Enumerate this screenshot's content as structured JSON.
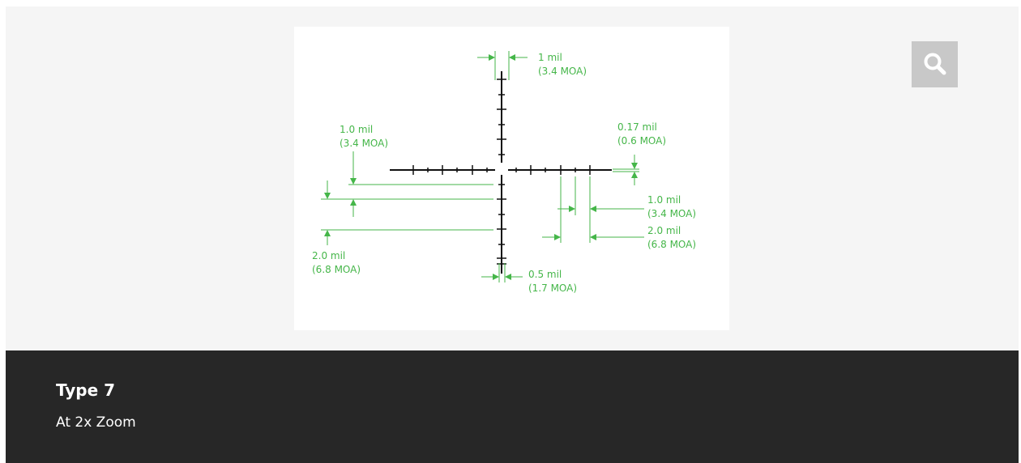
{
  "diagram": {
    "labels": {
      "top_gap_mil": "1 mil",
      "top_gap_moa": "(3.4 MOA)",
      "left_upper_mil": "1.0 mil",
      "left_upper_moa": "(3.4 MOA)",
      "left_lower_mil": "2.0 mil",
      "left_lower_moa": "(6.8 MOA)",
      "thickness_mil": "0.17 mil",
      "thickness_moa": "(0.6 MOA)",
      "right_upper_mil": "1.0 mil",
      "right_upper_moa": "(3.4 MOA)",
      "right_lower_mil": "2.0 mil",
      "right_lower_moa": "(6.8 MOA)",
      "bottom_gap_mil": "0.5 mil",
      "bottom_gap_moa": "(1.7 MOA)"
    },
    "colors": {
      "reticle": "#111111",
      "dimension": "#45b649"
    }
  },
  "zoom_button": {
    "icon": "search-icon"
  },
  "caption": {
    "title": "Type 7",
    "subtitle": "At 2x Zoom"
  }
}
